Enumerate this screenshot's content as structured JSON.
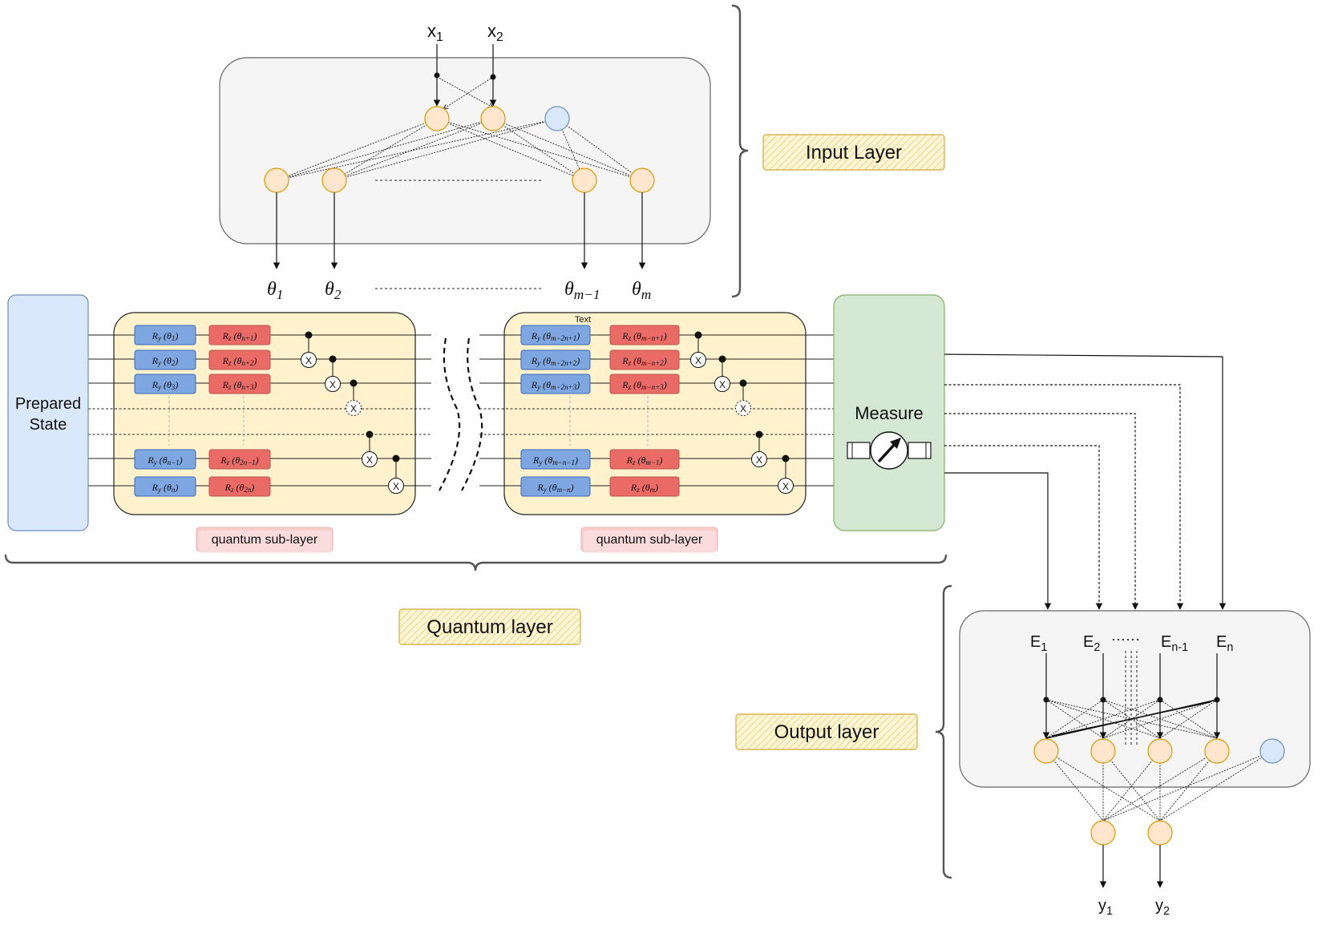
{
  "colors": {
    "neuron_fill": "#ffe6cc",
    "neuron_stroke": "#d79b00",
    "bias_fill": "#dae8fc",
    "bias_stroke": "#6c8ebf",
    "panel_fill": "#f5f5f5",
    "panel_stroke": "#666666",
    "circuit_fill": "#fff2cc",
    "ry_fill": "#7ea6e0",
    "rz_fill": "#ea6b66",
    "prep_fill": "#dae8fc",
    "measure_fill": "#d5e8d4",
    "measure_stroke": "#82b366",
    "subtag_fill": "#f8cecc"
  },
  "input_layer": {
    "inputs": [
      {
        "base": "x",
        "sub": "1"
      },
      {
        "base": "x",
        "sub": "2"
      }
    ],
    "outputs": [
      {
        "base": "θ",
        "sub": "1"
      },
      {
        "base": "θ",
        "sub": "2"
      },
      {
        "base": "θ",
        "sub": "m−1"
      },
      {
        "base": "θ",
        "sub": "m"
      }
    ],
    "label": "Input Layer"
  },
  "prepared_state": {
    "line1": "Prepared",
    "line2": "State"
  },
  "quantum_sublayers": [
    {
      "label": "quantum sub-layer",
      "ry_gates": [
        {
          "base": "R",
          "gsub": "y",
          "arg": "θ",
          "asub": "1"
        },
        {
          "base": "R",
          "gsub": "y",
          "arg": "θ",
          "asub": "2"
        },
        {
          "base": "R",
          "gsub": "y",
          "arg": "θ",
          "asub": "3"
        },
        {
          "base": "R",
          "gsub": "y",
          "arg": "θ",
          "asub": "n−1"
        },
        {
          "base": "R",
          "gsub": "y",
          "arg": "θ",
          "asub": "n"
        }
      ],
      "rz_gates": [
        {
          "base": "R",
          "gsub": "z",
          "arg": "θ",
          "asub": "n+1"
        },
        {
          "base": "R",
          "gsub": "z",
          "arg": "θ",
          "asub": "n+2"
        },
        {
          "base": "R",
          "gsub": "z",
          "arg": "θ",
          "asub": "n+3"
        },
        {
          "base": "R",
          "gsub": "z",
          "arg": "θ",
          "asub": "2n−1"
        },
        {
          "base": "R",
          "gsub": "z",
          "arg": "θ",
          "asub": "2n"
        }
      ]
    },
    {
      "label": "quantum sub-layer",
      "stray_text": "Text",
      "ry_gates": [
        {
          "base": "R",
          "gsub": "y",
          "arg": "θ",
          "asub": "m−2n+1"
        },
        {
          "base": "R",
          "gsub": "y",
          "arg": "θ",
          "asub": "m−2n+2"
        },
        {
          "base": "R",
          "gsub": "y",
          "arg": "θ",
          "asub": "m−2n+3"
        },
        {
          "base": "R",
          "gsub": "y",
          "arg": "θ",
          "asub": "m−n−1"
        },
        {
          "base": "R",
          "gsub": "y",
          "arg": "θ",
          "asub": "m−n"
        }
      ],
      "rz_gates": [
        {
          "base": "R",
          "gsub": "z",
          "arg": "θ",
          "asub": "m−n+1"
        },
        {
          "base": "R",
          "gsub": "z",
          "arg": "θ",
          "asub": "m−n+2"
        },
        {
          "base": "R",
          "gsub": "z",
          "arg": "θ",
          "asub": "m−n+3"
        },
        {
          "base": "R",
          "gsub": "z",
          "arg": "θ",
          "asub": "m−1"
        },
        {
          "base": "R",
          "gsub": "z",
          "arg": "θ",
          "asub": "m"
        }
      ]
    }
  ],
  "cnot_target": "X",
  "measure": {
    "label": "Measure"
  },
  "quantum_layer_label": "Quantum layer",
  "output_layer": {
    "label": "Output layer",
    "inputs": [
      {
        "base": "E",
        "sub": "1"
      },
      {
        "base": "E",
        "sub": "2"
      },
      {
        "base": "E",
        "sub": "n-1"
      },
      {
        "base": "E",
        "sub": "n"
      }
    ],
    "dots": "······",
    "outputs": [
      {
        "base": "y",
        "sub": "1"
      },
      {
        "base": "y",
        "sub": "2"
      }
    ]
  }
}
